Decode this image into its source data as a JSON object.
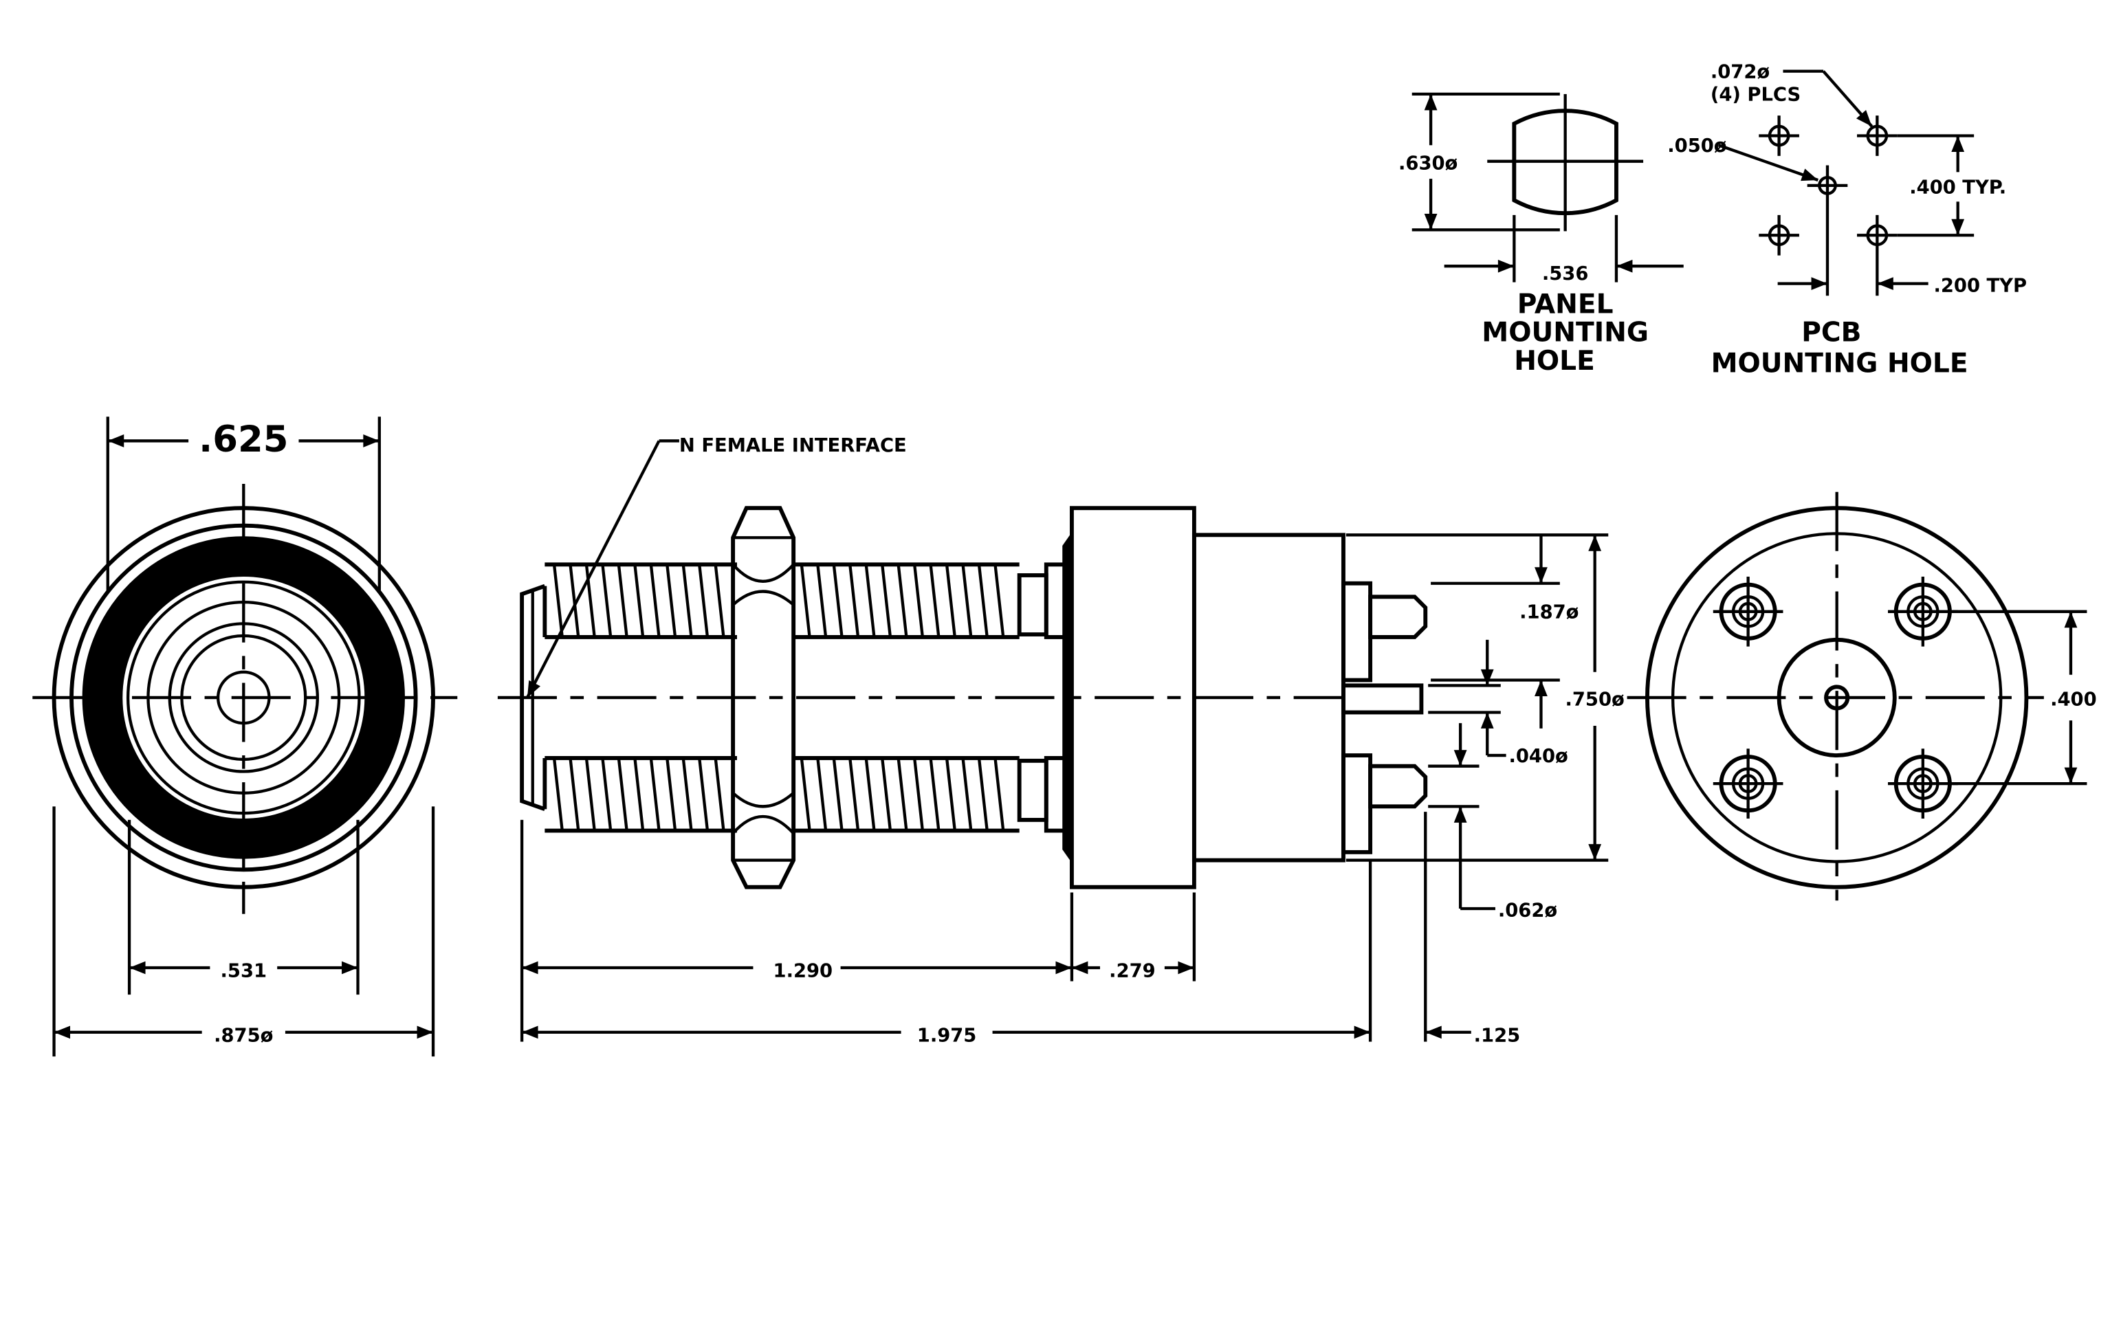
{
  "drawing": {
    "front_view": {
      "dim_top": ".625",
      "dim_inner": ".531",
      "dim_outer": ".875ø"
    },
    "side_view": {
      "callout_interface": "N FEMALE INTERFACE",
      "dim_length_front": "1.290",
      "dim_flange": ".279",
      "dim_overall": "1.975",
      "dim_pin_len": ".125",
      "dim_pin_dia": ".187ø",
      "dim_center_pin": ".040ø",
      "dim_body_dia": ".750ø",
      "dim_outer_pin": ".062ø"
    },
    "rear_view": {
      "dim_spacing": ".400"
    },
    "panel_hole": {
      "dim_height": ".630ø",
      "dim_width": ".536",
      "title_line1": "PANEL",
      "title_line2": "MOUNTING",
      "title_line3": "HOLE"
    },
    "pcb_hole": {
      "dim_outer_holes": ".072ø",
      "dim_outer_qty": "(4) PLCS",
      "dim_center_hole": ".050ø",
      "dim_spacing": ".400 TYP.",
      "dim_half": ".200 TYP",
      "title_line1": "PCB",
      "title_line2": "MOUNTING HOLE"
    }
  }
}
